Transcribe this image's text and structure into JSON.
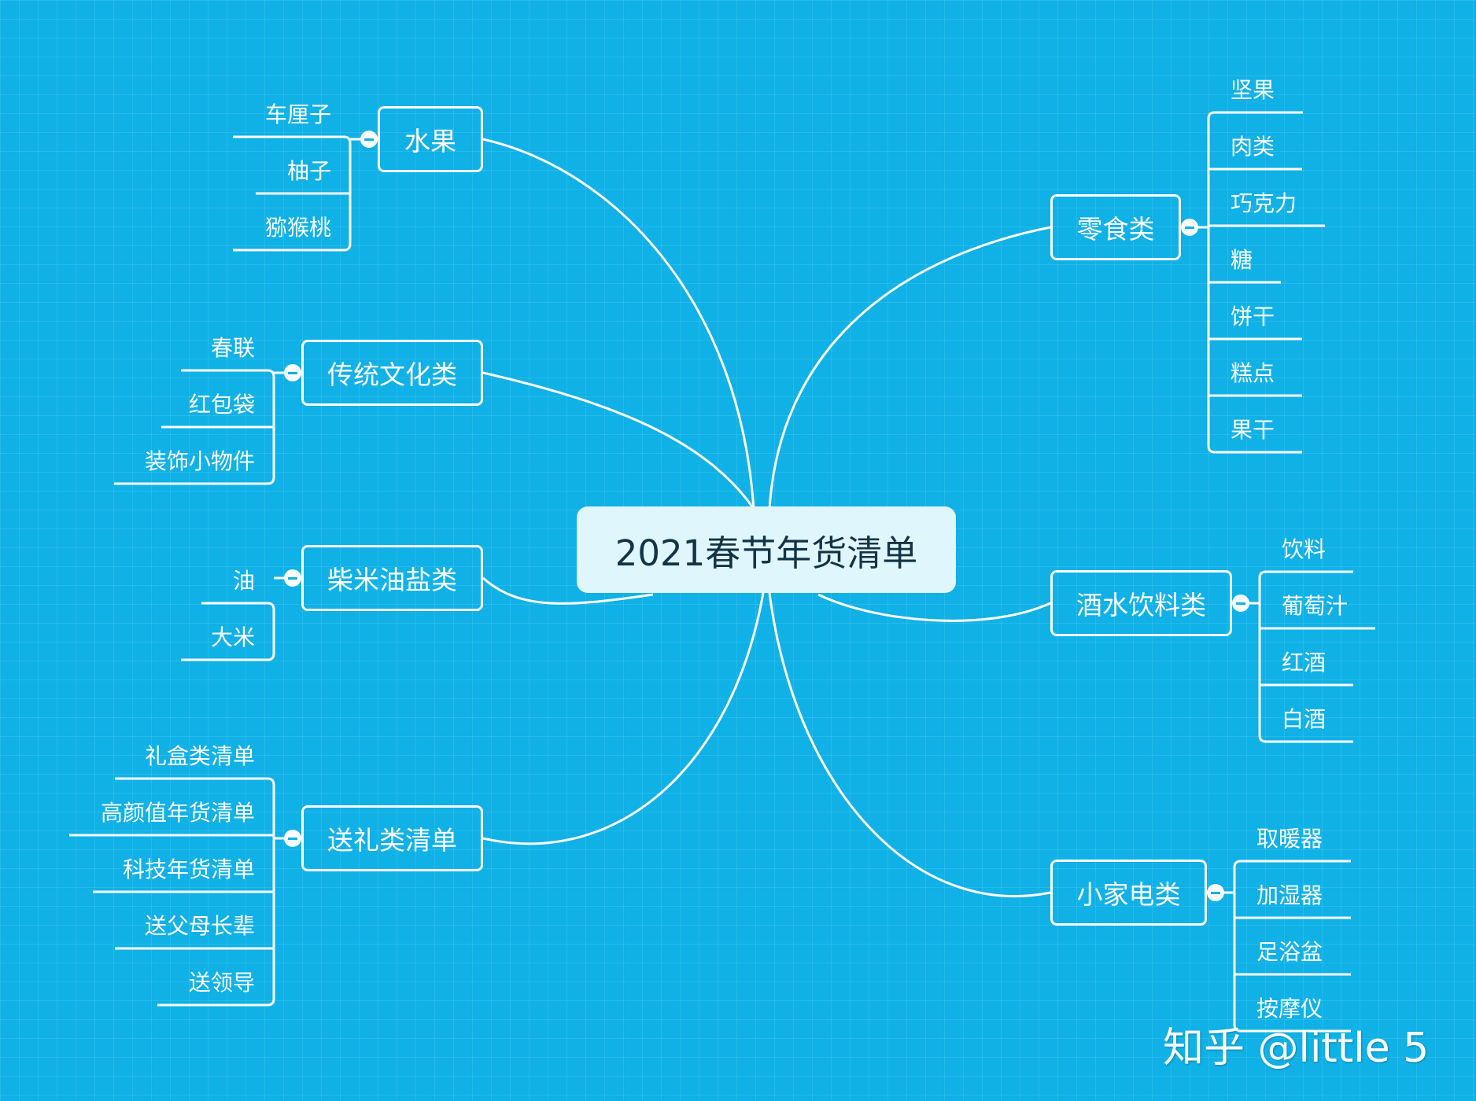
{
  "root": {
    "label": "2021春节年货清单"
  },
  "branches": [
    {
      "id": "fruit",
      "label": "水果",
      "side": "left",
      "items": [
        "车厘子",
        "柚子",
        "猕猴桃"
      ]
    },
    {
      "id": "culture",
      "label": "传统文化类",
      "side": "left",
      "items": [
        "春联",
        "红包袋",
        "装饰小物件"
      ]
    },
    {
      "id": "staples",
      "label": "柴米油盐类",
      "side": "left",
      "items": [
        "油",
        "大米"
      ]
    },
    {
      "id": "gifts",
      "label": "送礼类清单",
      "side": "left",
      "items": [
        "礼盒类清单",
        "高颜值年货清单",
        "科技年货清单",
        "送父母长辈",
        "送领导"
      ]
    },
    {
      "id": "snacks",
      "label": "零食类",
      "side": "right",
      "items": [
        "坚果",
        "肉类",
        "巧克力",
        "糖",
        "饼干",
        "糕点",
        "果干"
      ]
    },
    {
      "id": "drinks",
      "label": "酒水饮料类",
      "side": "right",
      "items": [
        "饮料",
        "葡萄汁",
        "红酒",
        "白酒"
      ]
    },
    {
      "id": "appliances",
      "label": "小家电类",
      "side": "right",
      "items": [
        "取暖器",
        "加湿器",
        "足浴盆",
        "按摩仪"
      ]
    }
  ],
  "watermark": "知乎 @little 5",
  "colors": {
    "background": "#0fb1e6",
    "line": "#ffffff",
    "root_fill": "#dff6fd",
    "root_text": "#123446"
  }
}
